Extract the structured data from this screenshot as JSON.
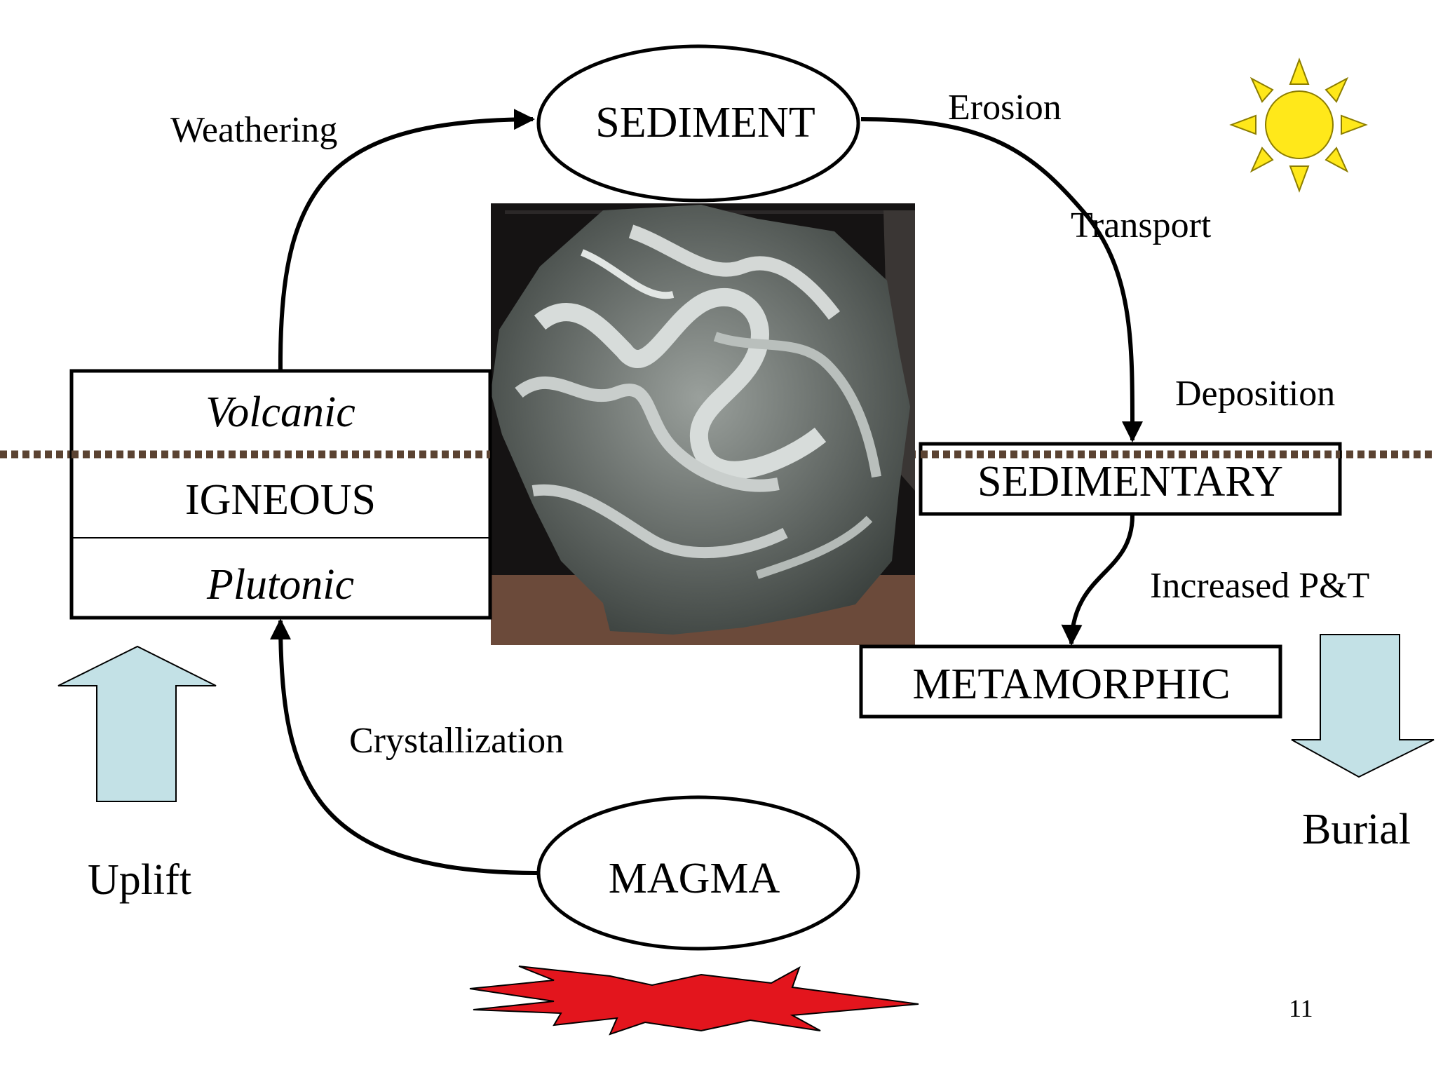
{
  "nodes": {
    "sediment": "SEDIMENT",
    "magma": "MAGMA",
    "sedimentary": "SEDIMENTARY",
    "metamorphic": "METAMORPHIC",
    "igneous": {
      "volcanic": "Volcanic",
      "igneous": "IGNEOUS",
      "plutonic": "Plutonic"
    }
  },
  "processes": {
    "weathering": "Weathering",
    "erosion": "Erosion",
    "transport": "Transport",
    "deposition": "Deposition",
    "increased_pt": "Increased P&T",
    "crystallization": "Crystallization"
  },
  "side_labels": {
    "uplift": "Uplift",
    "burial": "Burial"
  },
  "slide_number": "11",
  "colors": {
    "arrow_fill": "#c3e1e6",
    "sun": "#ffe81a",
    "ground_line": "#5b4332",
    "heat_burst": "#e3151d"
  }
}
